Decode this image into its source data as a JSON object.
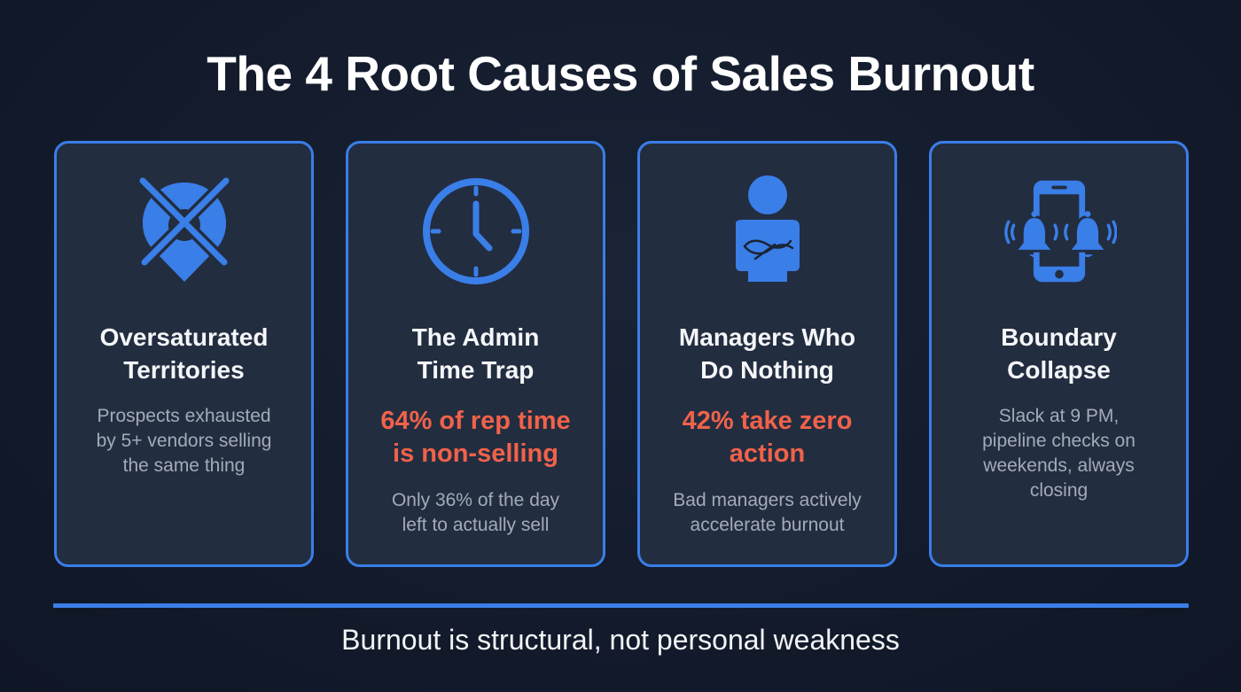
{
  "title": "The 4 Root Causes of Sales Burnout",
  "colors": {
    "background": "#131b2c",
    "card_bg": "#222d40",
    "accent_blue": "#3a7ee8",
    "stat_red": "#f0624a",
    "title_white": "#ffffff",
    "desc_gray": "#a4abb7"
  },
  "cards": [
    {
      "icon": "location-pin-crossed-icon",
      "title": "Oversaturated\nTerritories",
      "stat": "",
      "description": "Prospects exhausted\nby 5+ vendors selling\nthe same thing"
    },
    {
      "icon": "clock-icon",
      "title": "The Admin\nTime Trap",
      "stat": "64% of rep time\nis non-selling",
      "description": "Only 36% of the day\nleft to actually sell"
    },
    {
      "icon": "person-arms-crossed-icon",
      "title": "Managers Who\nDo Nothing",
      "stat": "42% take zero\naction",
      "description": "Bad managers actively\naccelerate burnout"
    },
    {
      "icon": "phone-ringing-bells-icon",
      "title": "Boundary\nCollapse",
      "stat": "",
      "description": "Slack at 9 PM,\npipeline checks on\nweekends, always\nclosing"
    }
  ],
  "footer": "Burnout is structural, not personal weakness"
}
